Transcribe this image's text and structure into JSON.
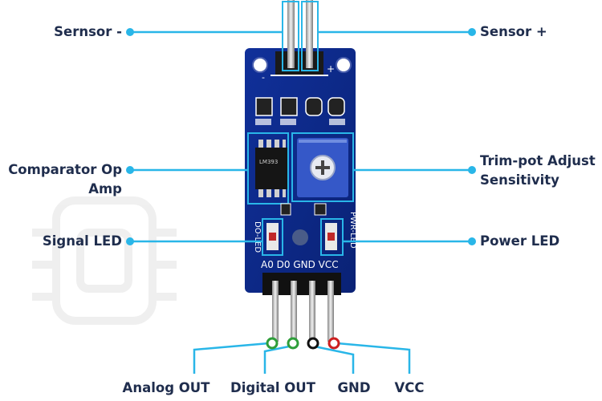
{
  "labels": {
    "sensor_minus": "Sernsor -",
    "sensor_plus": "Sensor +",
    "comparator_line1": "Comparator Op",
    "comparator_line2": "Amp",
    "trimpot_line1": "Trim-pot Adjust",
    "trimpot_line2": "Sensitivity",
    "signal_led": "Signal LED",
    "power_led": "Power LED",
    "analog_out": "Analog OUT",
    "digital_out": "Digital OUT",
    "gnd": "GND",
    "vcc": "VCC"
  },
  "silkscreen": {
    "pins": "A0 D0 GND VCC",
    "do_led": "DO-LED",
    "pwr_led": "PWR-LED",
    "minus": "-",
    "plus": "+"
  },
  "chip_marking": "LM393",
  "colors": {
    "callout": "#29b6e8",
    "label_text": "#1f2d4d",
    "pcb": "#0d2a8c",
    "pcb_dark": "#0a1f6b",
    "trimpot": "#3558c8",
    "pin_analog": "#2e9e3a",
    "pin_digital": "#2e9e3a",
    "pin_gnd": "#111111",
    "pin_vcc": "#cc1f1f"
  }
}
